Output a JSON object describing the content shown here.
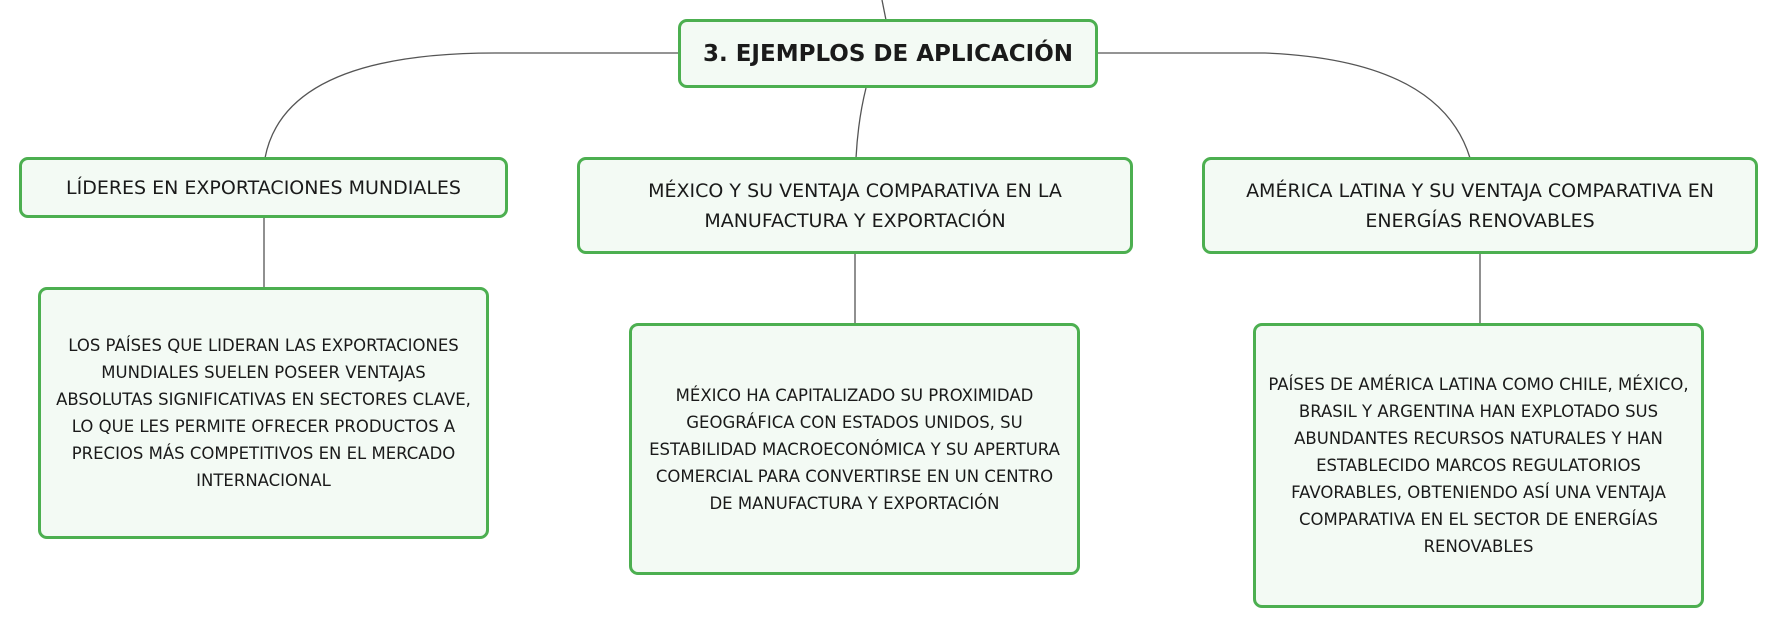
{
  "root": {
    "label": "3. EJEMPLOS DE APLICACIÓN"
  },
  "branches": [
    {
      "title": "LÍDERES EN EXPORTACIONES MUNDIALES",
      "detail": "LOS PAÍSES QUE LIDERAN LAS EXPORTACIONES MUNDIALES SUELEN POSEER VENTAJAS ABSOLUTAS SIGNIFICATIVAS EN SECTORES CLAVE, LO QUE LES PERMITE OFRECER PRODUCTOS A PRECIOS MÁS COMPETITIVOS EN EL MERCADO INTERNACIONAL"
    },
    {
      "title": "MÉXICO Y SU VENTAJA COMPARATIVA EN LA MANUFACTURA Y EXPORTACIÓN",
      "detail": "MÉXICO HA CAPITALIZADO SU PROXIMIDAD GEOGRÁFICA CON ESTADOS UNIDOS, SU ESTABILIDAD MACROECONÓMICA Y SU APERTURA COMERCIAL PARA CONVERTIRSE EN UN CENTRO DE MANUFACTURA Y EXPORTACIÓN"
    },
    {
      "title": "AMÉRICA LATINA Y SU VENTAJA COMPARATIVA EN ENERGÍAS RENOVABLES",
      "detail": "PAÍSES DE AMÉRICA LATINA COMO CHILE, MÉXICO, BRASIL Y ARGENTINA HAN EXPLOTADO SUS ABUNDANTES RECURSOS NATURALES Y HAN ESTABLECIDO MARCOS REGULATORIOS FAVORABLES, OBTENIENDO ASÍ UNA VENTAJA COMPARATIVA EN EL SECTOR DE ENERGÍAS RENOVABLES"
    }
  ],
  "colors": {
    "node_border": "#4caf50",
    "node_fill": "#f3faf4",
    "connector": "#555555"
  }
}
